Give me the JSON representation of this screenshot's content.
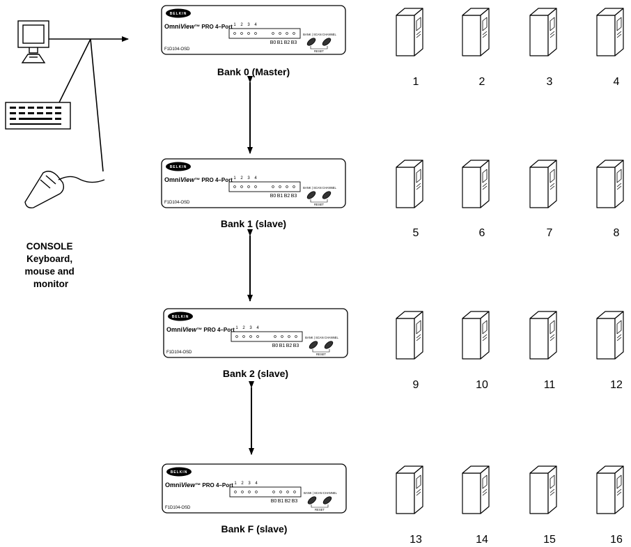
{
  "console": {
    "caption_lines": [
      "CONSOLE",
      "Keyboard,",
      "mouse and",
      "monitor"
    ]
  },
  "unit": {
    "brand": "BELKIN",
    "model_prefix": "Omni",
    "model_italic": "View",
    "model_suffix": "™ PRO 4–Port",
    "part_number": "F1D104-OSD",
    "port_numbers": [
      "1",
      "2",
      "3",
      "4"
    ],
    "bank_labels": [
      "B0",
      "B1",
      "B2",
      "B3"
    ],
    "button_labels": "BANK | SCAN CHANNEL",
    "reset_label": "RESET"
  },
  "banks": [
    {
      "caption": "Bank 0 (Master)",
      "pcs": [
        "1",
        "2",
        "3",
        "4"
      ]
    },
    {
      "caption": "Bank 1 (slave)",
      "pcs": [
        "5",
        "6",
        "7",
        "8"
      ]
    },
    {
      "caption": "Bank 2 (slave)",
      "pcs": [
        "9",
        "10",
        "11",
        "12"
      ]
    },
    {
      "caption": "Bank F (slave)",
      "pcs": [
        "13",
        "14",
        "15",
        "16"
      ]
    }
  ]
}
